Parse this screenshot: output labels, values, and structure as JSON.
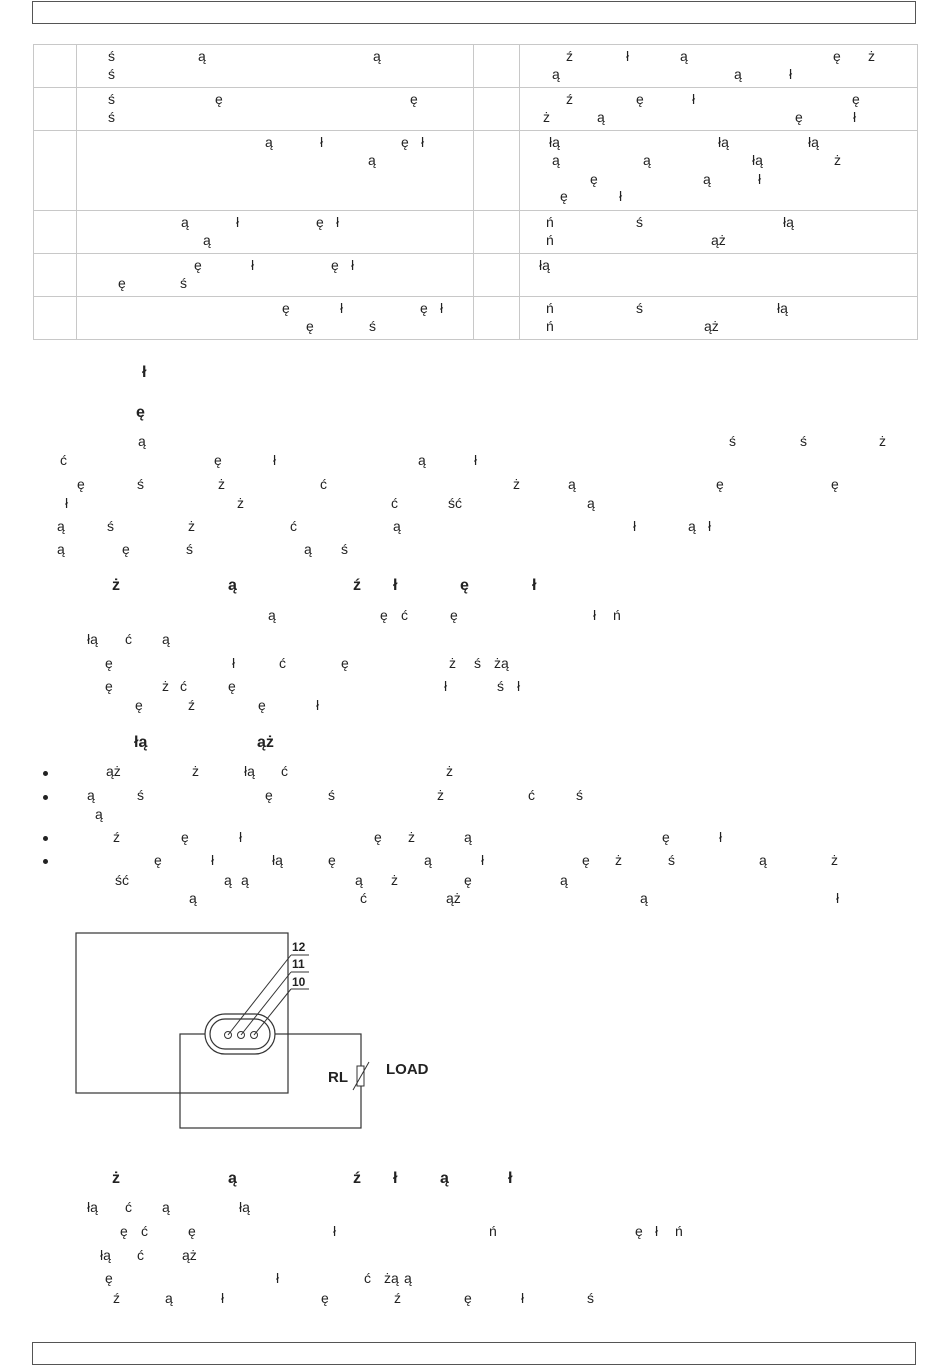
{
  "page": {
    "header_bar": "",
    "footer_bar": ""
  },
  "table": {
    "rows": [
      {
        "left": [
          "ś ą ą",
          "ś"
        ],
        "right": [
          "ź ł ą ę ż",
          "ą ą ł"
        ]
      },
      {
        "left": [
          "ś ę ę",
          "ś"
        ],
        "right": [
          "ź ę ł ę",
          "ż ą ę ł"
        ]
      },
      {
        "left": [
          "ą ł ę ł",
          "ą"
        ],
        "right": [
          "łą łą łą",
          "ą ą łą ż",
          "ę ą ł",
          "ę ł"
        ]
      },
      {
        "left": [
          "ą ł ę ł",
          "ą"
        ],
        "right": [
          "ń ś łą",
          "ń ąż"
        ]
      },
      {
        "left": [
          "ę ł ę ł",
          "ę ś"
        ],
        "right": [
          "łą"
        ]
      },
      {
        "left": [
          "ę ł ę ł",
          "ę ś"
        ],
        "right": [
          "ń ś łą",
          "ń ąż"
        ]
      }
    ]
  },
  "section1": {
    "heading": "ł"
  },
  "section2": {
    "heading": "ę",
    "lines": [
      "ą ś ś ż",
      "ć ę ł ą ł",
      "ę ś ż ć ż ą ę ę",
      "ł ż ć ść ą",
      "ą ś ż ć ą ł ą ł",
      "ą ę ś ą ś"
    ]
  },
  "section3": {
    "heading": "ż ą ź ł ę ł",
    "lines": [
      "ą ę ć ę ł ń",
      "łą ć ą",
      "ę ł ć ę ż ś żą",
      "ę ż ć ę ł ś ł",
      "ę ź ę ł"
    ]
  },
  "section4": {
    "heading": "łą ąż",
    "bullets": [
      [
        "ąż ż łą ć ż"
      ],
      [
        "ą ś ę ś ż ć ś",
        "ą"
      ],
      [
        "ź ę ł ę ż ą ę ł"
      ],
      [
        "ę ł łą ę ą ł ę ż ś ą ż",
        "ść ą ą ą ż ę ą",
        "ą ć ąż ą ł"
      ]
    ]
  },
  "diagram": {
    "pin_labels": [
      "12",
      "11",
      "10"
    ],
    "resistor_label": "RL",
    "load_label": "LOAD"
  },
  "section5": {
    "heading": "ż ą ź ł ą ł",
    "lines": [
      "łą ć ą łą",
      "ę ć ę ł ń ę ł ń",
      "łą ć ąż",
      "ę ł ć żą ą",
      "ź ą ł ę ź ę ł ś"
    ]
  }
}
